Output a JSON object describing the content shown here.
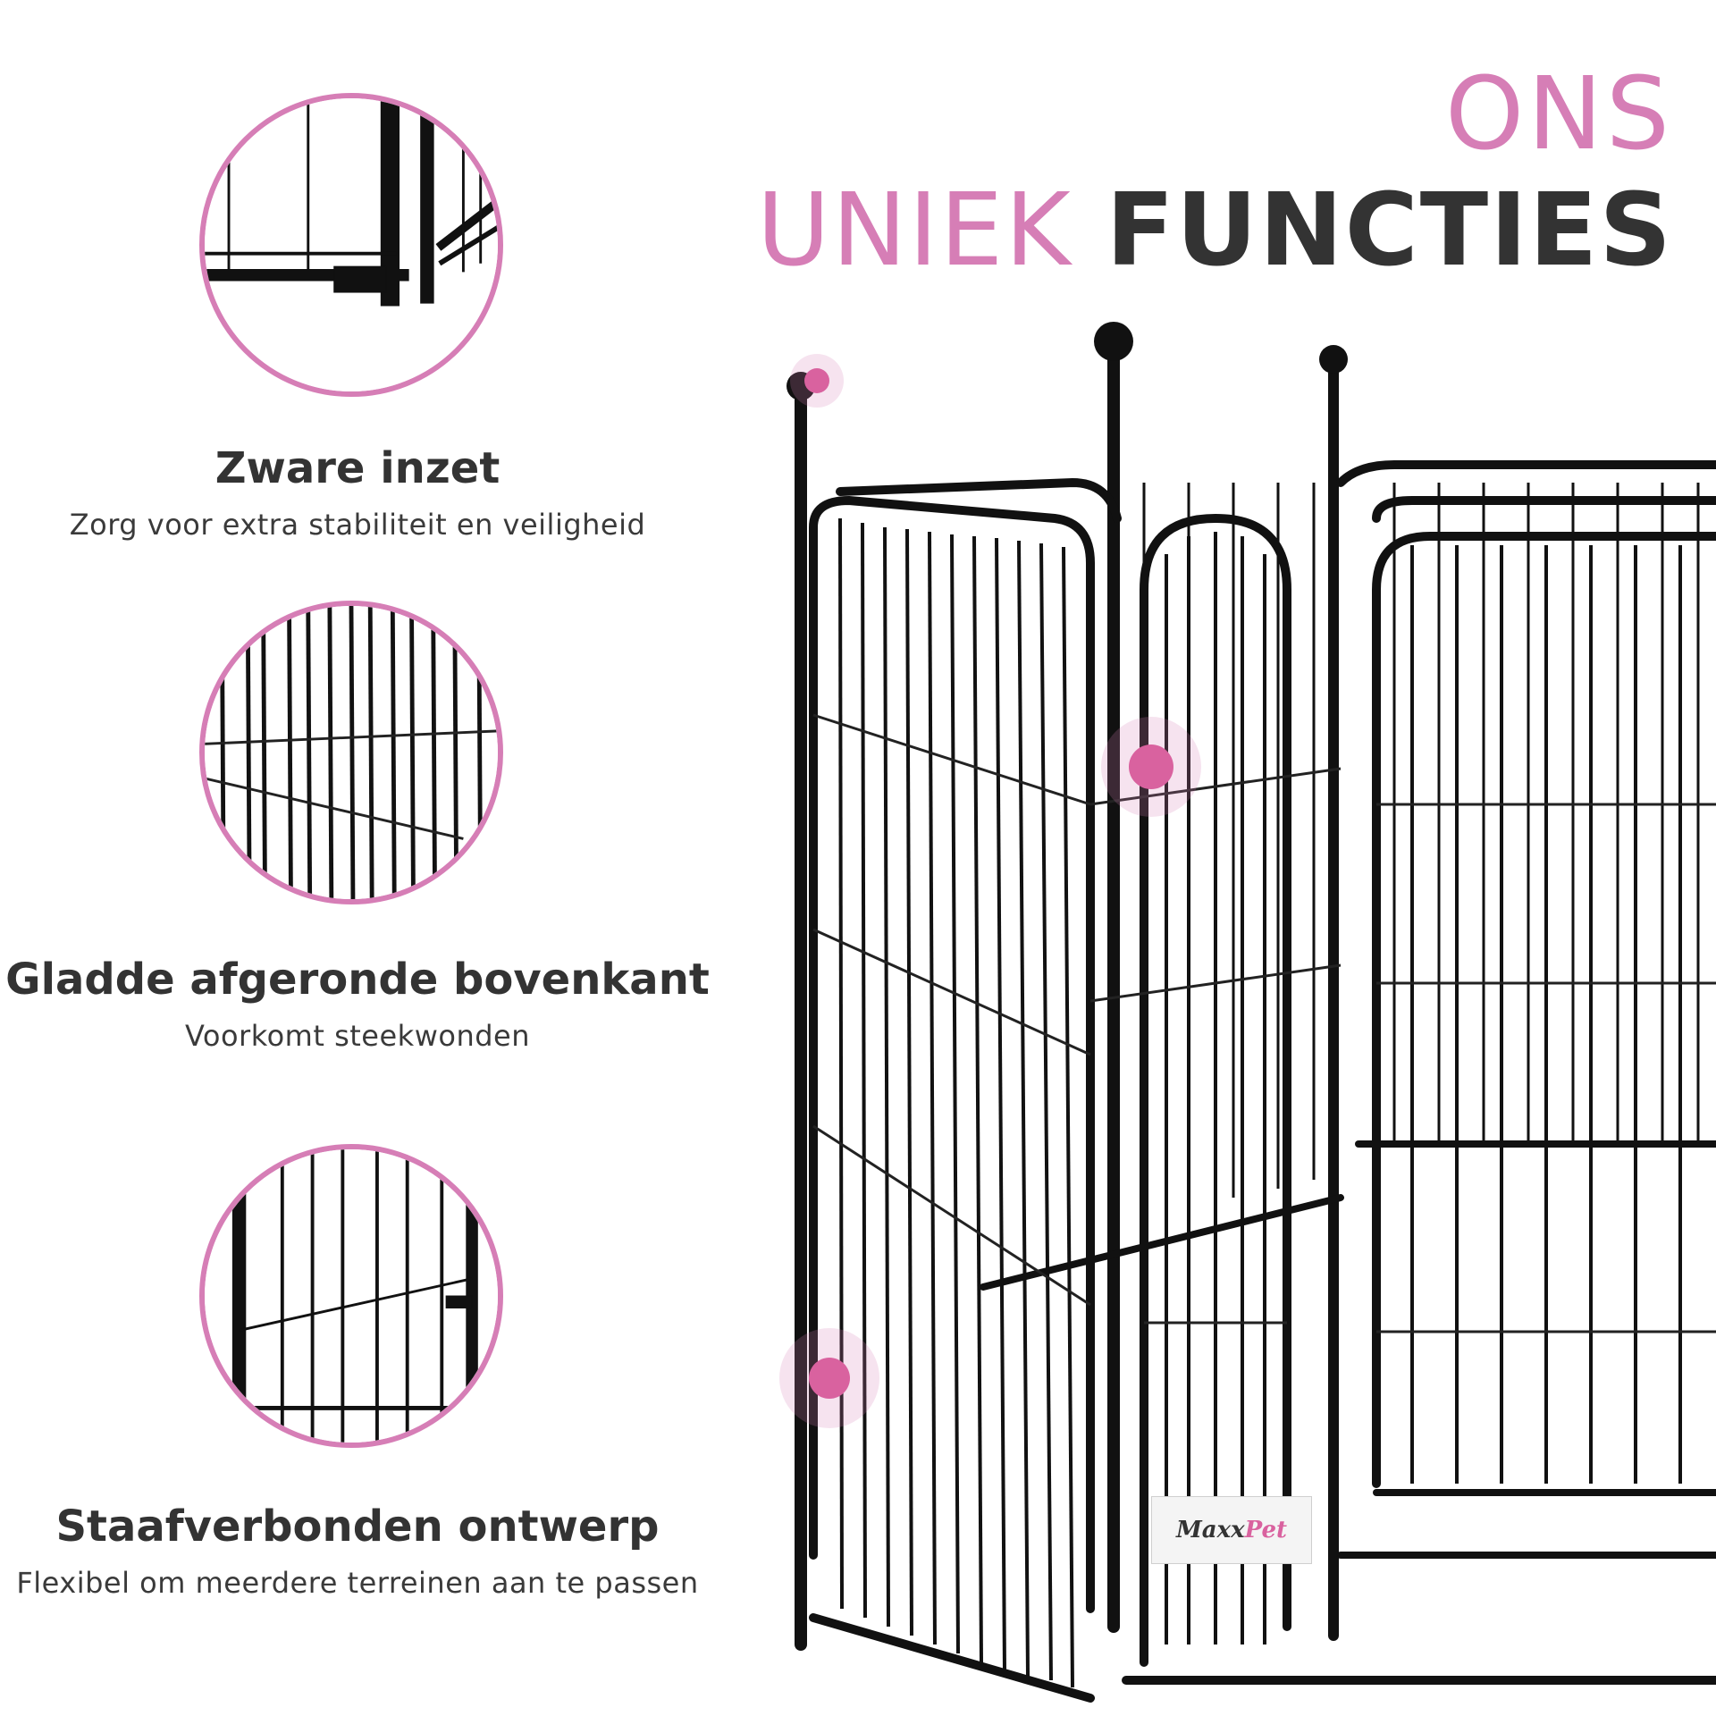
{
  "heading": {
    "line1": "ONS",
    "line2_pink": "UNIEK",
    "line2_dark": "FUNCTIES"
  },
  "features": [
    {
      "title": "Zware inzet",
      "description": "Zorg voor extra stabiliteit en veiligheid"
    },
    {
      "title": "Gladde afgeronde bovenkant",
      "description": "Voorkomt steekwonden"
    },
    {
      "title": "Staafverbonden ontwerp",
      "description": "Flexibel om meerdere terreinen aan te passen"
    }
  ],
  "logo": {
    "part1": "Maxx",
    "part2": "Pet"
  },
  "colors": {
    "accent": "#d67eb6",
    "hotspot": "#d9629f",
    "text": "#333333"
  }
}
